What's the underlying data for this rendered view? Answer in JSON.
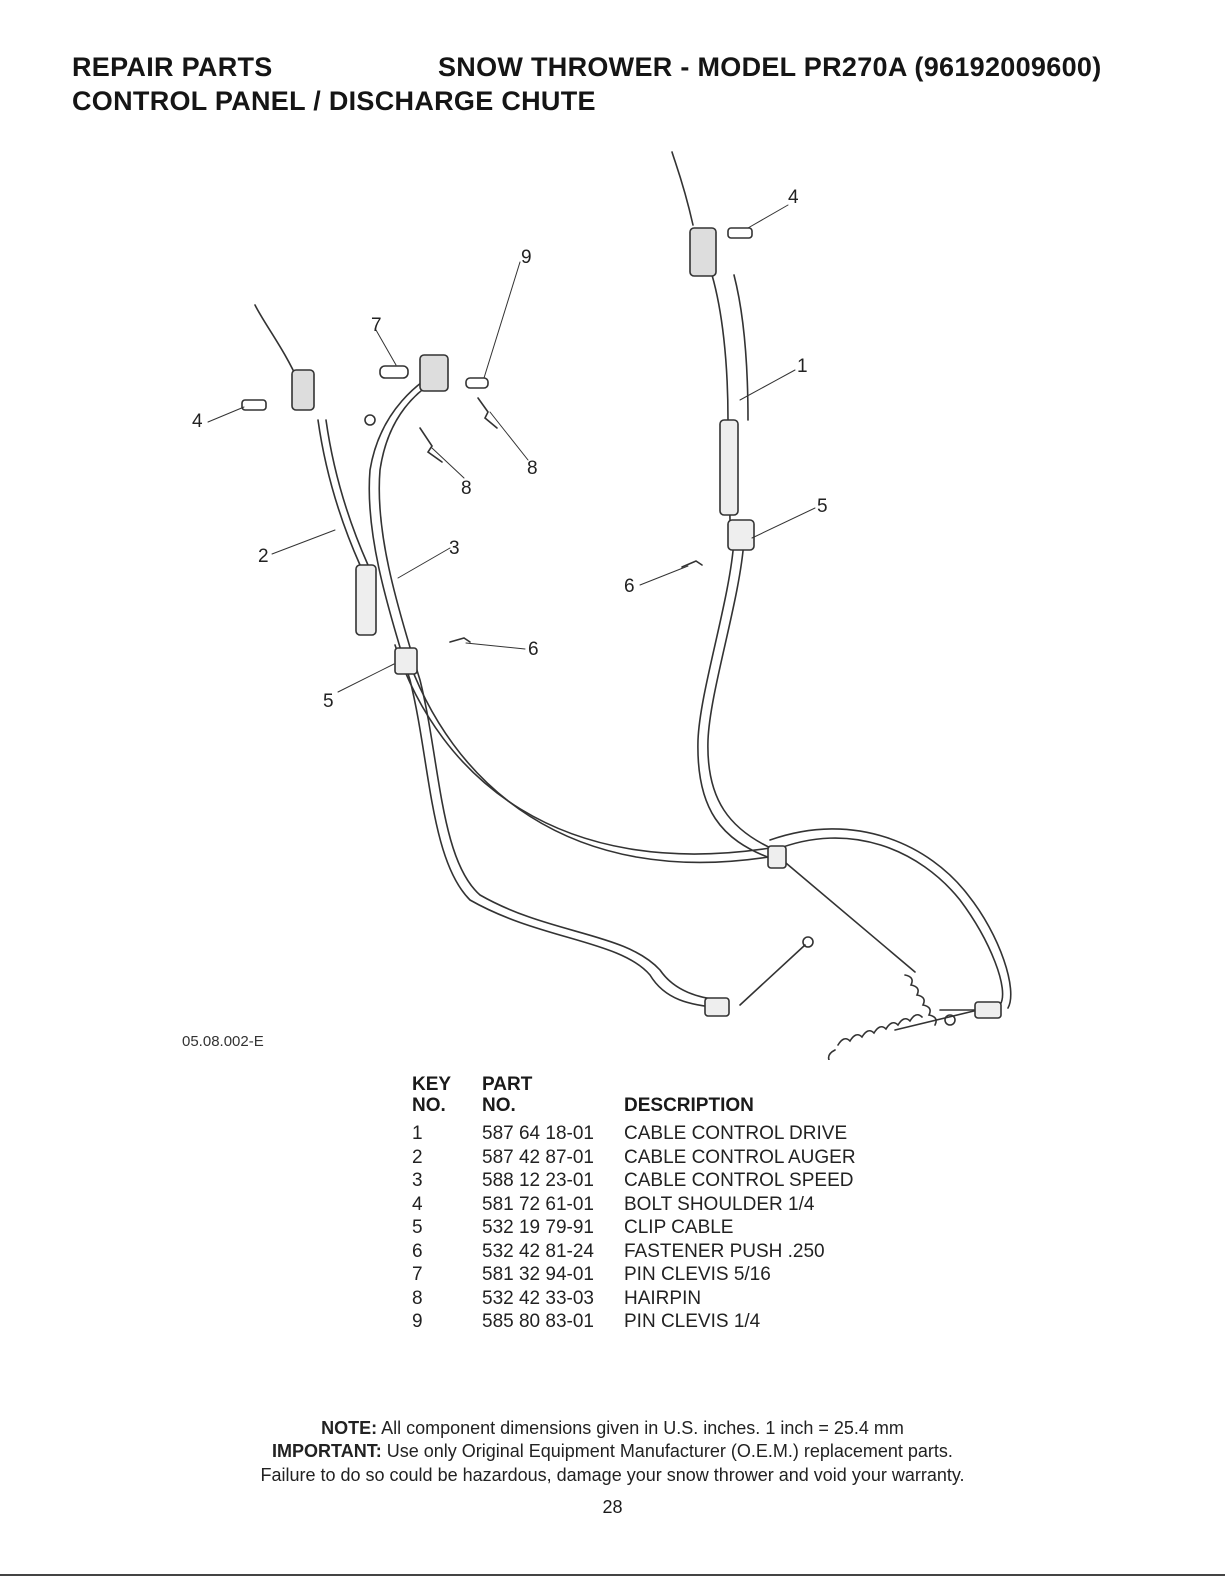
{
  "header": {
    "left": "REPAIR PARTS",
    "right": "SNOW THROWER - MODEL  PR270A  (96192009600)",
    "subtitle": "CONTROL PANEL / DISCHARGE CHUTE"
  },
  "diagram": {
    "figure_code": "05.08.002-E",
    "callouts": {
      "c4a": "4",
      "c1": "1",
      "c5a": "5",
      "c6a": "6",
      "c7": "7",
      "c9": "9",
      "c4b": "4",
      "c8a": "8",
      "c8b": "8",
      "c2": "2",
      "c3": "3",
      "c6b": "6",
      "c5b": "5"
    }
  },
  "parts_table": {
    "headers": {
      "key_line1": "KEY",
      "key_line2": "NO.",
      "part_line1": "PART",
      "part_line2": "NO.",
      "description": "DESCRIPTION"
    },
    "rows": [
      {
        "key": "1",
        "part": "587 64 18-01",
        "description": "CABLE CONTROL DRIVE"
      },
      {
        "key": "2",
        "part": "587 42 87-01",
        "description": "CABLE CONTROL AUGER"
      },
      {
        "key": "3",
        "part": "588 12 23-01",
        "description": "CABLE CONTROL SPEED"
      },
      {
        "key": "4",
        "part": "581 72 61-01",
        "description": "BOLT SHOULDER 1/4"
      },
      {
        "key": "5",
        "part": "532 19 79-91",
        "description": "CLIP CABLE"
      },
      {
        "key": "6",
        "part": "532 42 81-24",
        "description": "FASTENER PUSH .250"
      },
      {
        "key": "7",
        "part": "581 32 94-01",
        "description": "PIN CLEVIS 5/16"
      },
      {
        "key": "8",
        "part": "532 42 33-03",
        "description": "HAIRPIN"
      },
      {
        "key": "9",
        "part": "585 80 83-01",
        "description": "PIN CLEVIS 1/4"
      }
    ]
  },
  "notes": {
    "note_label": "NOTE:",
    "note_text": " All component dimensions given in U.S. inches.    1 inch = 25.4 mm",
    "important_label": "IMPORTANT:",
    "important_text": " Use only Original Equipment Manufacturer (O.E.M.) replacement parts.",
    "warning_text": "Failure to do so could be hazardous, damage your snow thrower and void your warranty."
  },
  "page_number": "28"
}
